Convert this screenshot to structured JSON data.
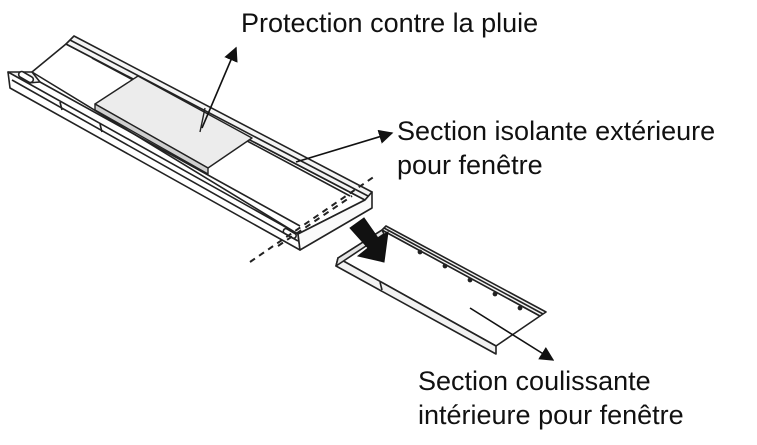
{
  "labels": {
    "rain_protection": "Protection contre la pluie",
    "outer_section": [
      "Section isolante extérieure",
      "pour fenêtre"
    ],
    "inner_section": [
      "Section coulissante",
      "intérieure pour fenêtre"
    ]
  },
  "colors": {
    "stroke": "#222222",
    "fill": "#ffffff",
    "shade": "#d8d8d8",
    "text": "#111111"
  }
}
